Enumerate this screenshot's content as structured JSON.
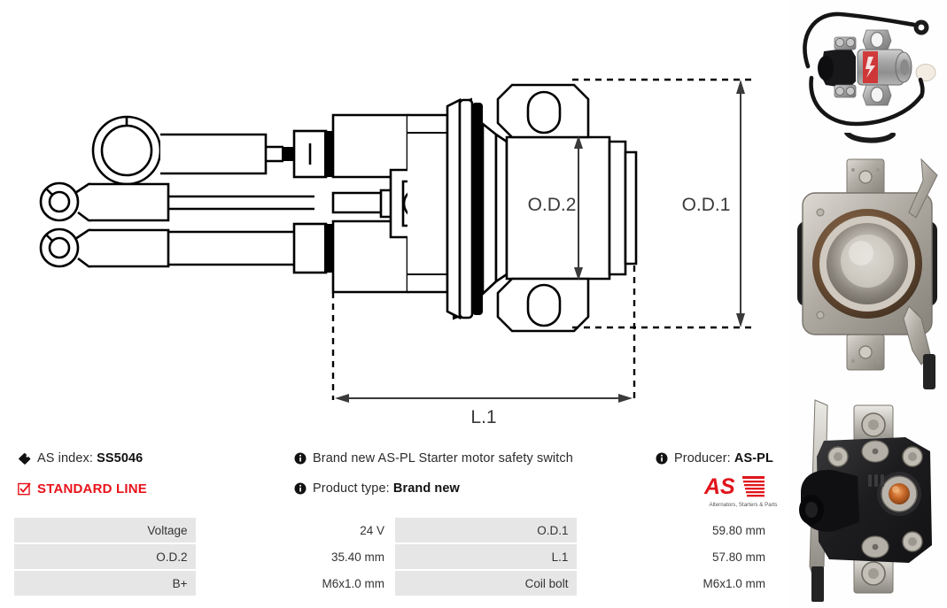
{
  "product": {
    "as_index_label": "AS index:",
    "as_index_value": "SS5046",
    "line_badge": "STANDARD LINE",
    "description": "Brand new AS-PL Starter motor safety switch",
    "product_type_label": "Product type:",
    "product_type_value": "Brand new",
    "producer_label": "Producer:",
    "producer_value": "AS-PL"
  },
  "brand": {
    "name": "AS",
    "tagline": "Alternators, Starters & Parts",
    "red": "#e1141c"
  },
  "drawing": {
    "label_od1": "O.D.1",
    "label_od2": "O.D.2",
    "label_l1": "L.1"
  },
  "specs": {
    "rows": [
      {
        "label_left": "Voltage",
        "value_left": "24 V",
        "label_right": "O.D.1",
        "value_right": "59.80 mm"
      },
      {
        "label_left": "O.D.2",
        "value_left": "35.40 mm",
        "label_right": "L.1",
        "value_right": "57.80 mm"
      },
      {
        "label_left": "B+",
        "value_left": "M6x1.0 mm",
        "label_right": "Coil bolt",
        "value_right": "M6x1.0 mm"
      }
    ]
  },
  "icons": {
    "tag": "tag-icon",
    "check": "checkbox-checked-icon",
    "info": "info-icon"
  },
  "photos": [
    {
      "name": "solenoid-with-cables-photo"
    },
    {
      "name": "solenoid-rear-metal-photo"
    },
    {
      "name": "solenoid-front-terminals-photo"
    }
  ],
  "colors": {
    "accent_red": "#e8121a",
    "table_label_bg": "#e6e6e6",
    "line": "#000000"
  }
}
